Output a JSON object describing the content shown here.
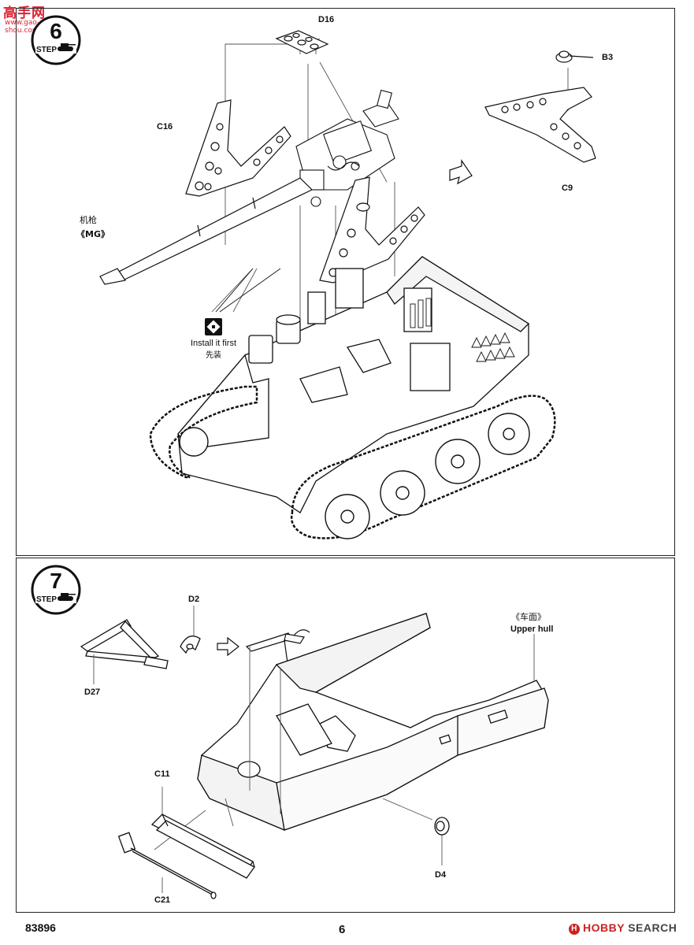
{
  "watermark": {
    "main": "高手网",
    "url": "www.gao-shou.com"
  },
  "step6": {
    "step_word": "STEP",
    "number": "6",
    "parts": {
      "d16": "D16",
      "b3": "B3",
      "c16": "C16",
      "c9": "C9"
    },
    "mg_cn": "机枪",
    "mg_en": "《MG》",
    "install_en": "Install it first",
    "install_cn": "先装"
  },
  "step7": {
    "step_word": "STEP",
    "number": "7",
    "parts": {
      "d2": "D2",
      "d27": "D27",
      "c11": "C11",
      "c21": "C21",
      "d4": "D4"
    },
    "upper_hull_cn": "《车面》",
    "upper_hull_en": "Upper hull"
  },
  "footer": {
    "kit_number": "83896",
    "page_number": "6",
    "brand_icon": "H",
    "brand_prefix": "HOBBY",
    "brand_suffix": "SEARCH"
  }
}
